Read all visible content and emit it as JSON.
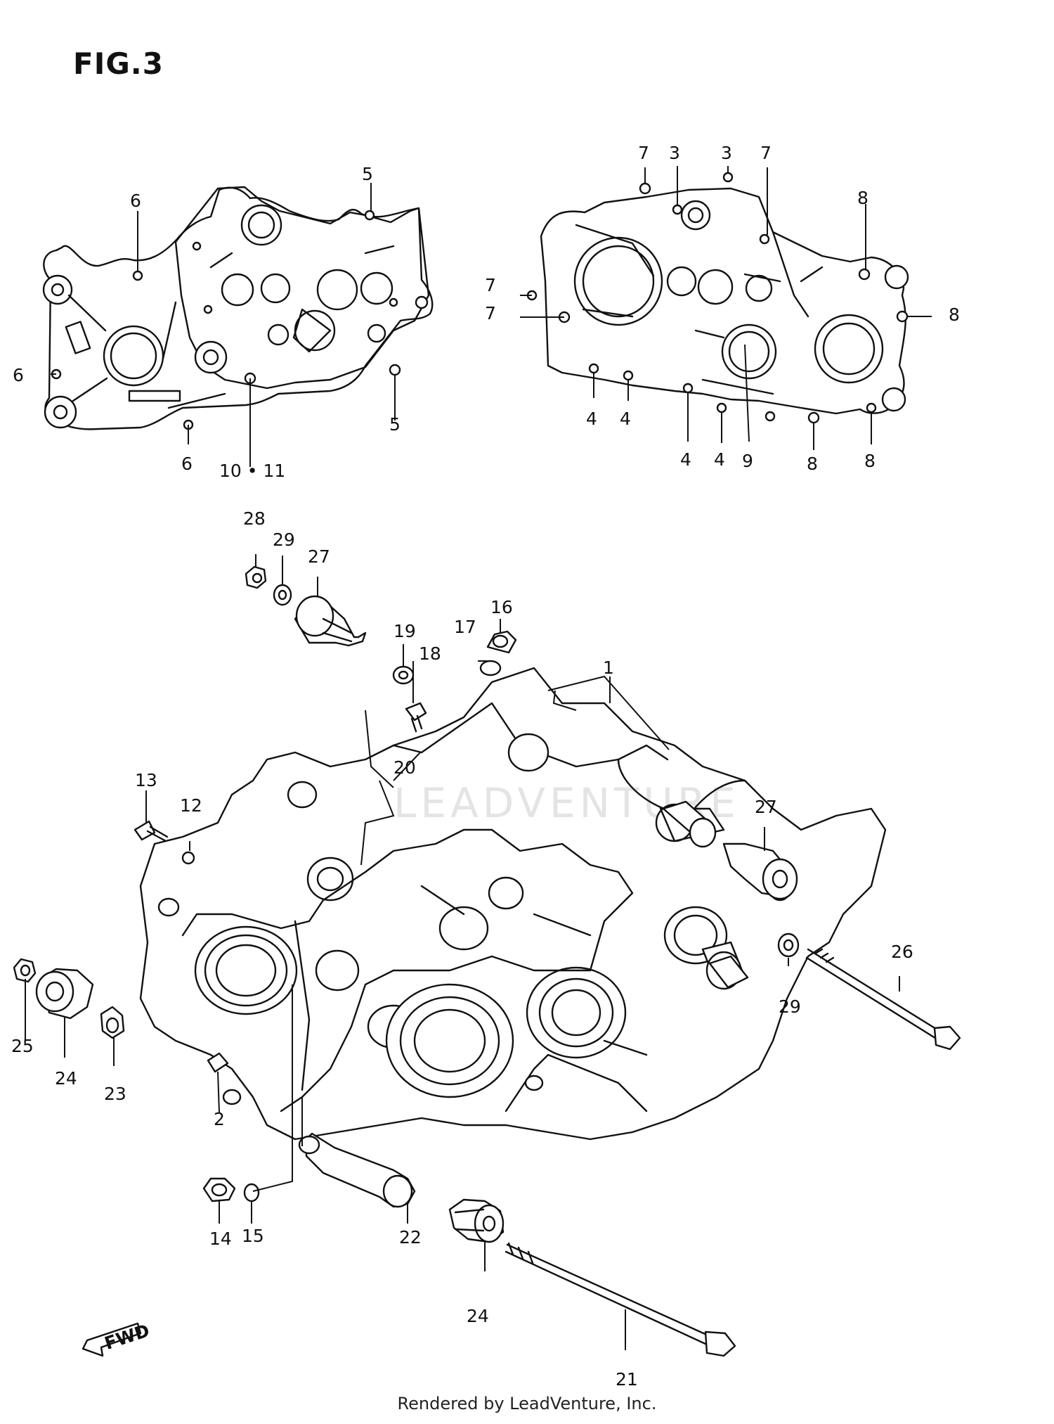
{
  "figure_title": "FIG.3",
  "footer_text": "Rendered by LeadVenture, Inc.",
  "watermark_text": "LEADVENTURE",
  "fwd_label": "FWD",
  "callouts": {
    "left_half_case": [
      "6",
      "5",
      "6",
      "6",
      "10 • 11",
      "5"
    ],
    "right_half_case": [
      "7",
      "3",
      "3",
      "7",
      "8",
      "7",
      "7",
      "8",
      "4",
      "4",
      "4",
      "4",
      "9",
      "8",
      "8"
    ],
    "crankcase_assembly": [
      "28",
      "29",
      "27",
      "19",
      "17",
      "16",
      "18",
      "1",
      "20",
      "13",
      "12",
      "27",
      "26",
      "29",
      "25",
      "24",
      "23",
      "2",
      "14",
      "15",
      "22",
      "24",
      "21"
    ]
  }
}
